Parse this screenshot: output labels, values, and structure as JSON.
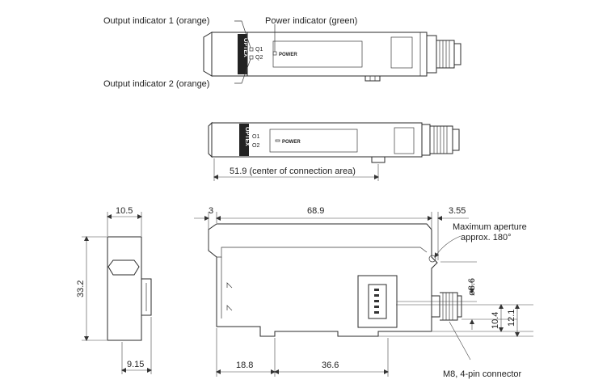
{
  "labels": {
    "output_indicator_1": "Output indicator 1 (orange)",
    "output_indicator_2": "Output indicator 2 (orange)",
    "power_indicator": "Power indicator (green)",
    "center_connection": "51.9 (center of connection area)",
    "max_aperture_line1": "Maximum aperture",
    "max_aperture_line2": "approx. 180°",
    "connector": "M8, 4-pin connector"
  },
  "device_marks": {
    "q1": "Q1",
    "q2": "Q2",
    "o1": "O1",
    "o2": "O2",
    "power_top": "POWER",
    "power_mid": "POWER",
    "brand": "OPTEX",
    "brand_mid": "OPTEX"
  },
  "dimensions": {
    "top_left_width": "10.5",
    "left_height": "33.2",
    "bottom_left_width": "9.15",
    "gap_left": "3",
    "total_length": "68.9",
    "right_offset": "3.55",
    "connector_diameter": "ø8.6",
    "height_10_4": "10.4",
    "height_12_1": "12.1",
    "bottom_18_8": "18.8",
    "bottom_36_6": "36.6"
  },
  "colors": {
    "line": "#2a2a2a",
    "background": "#ffffff"
  }
}
